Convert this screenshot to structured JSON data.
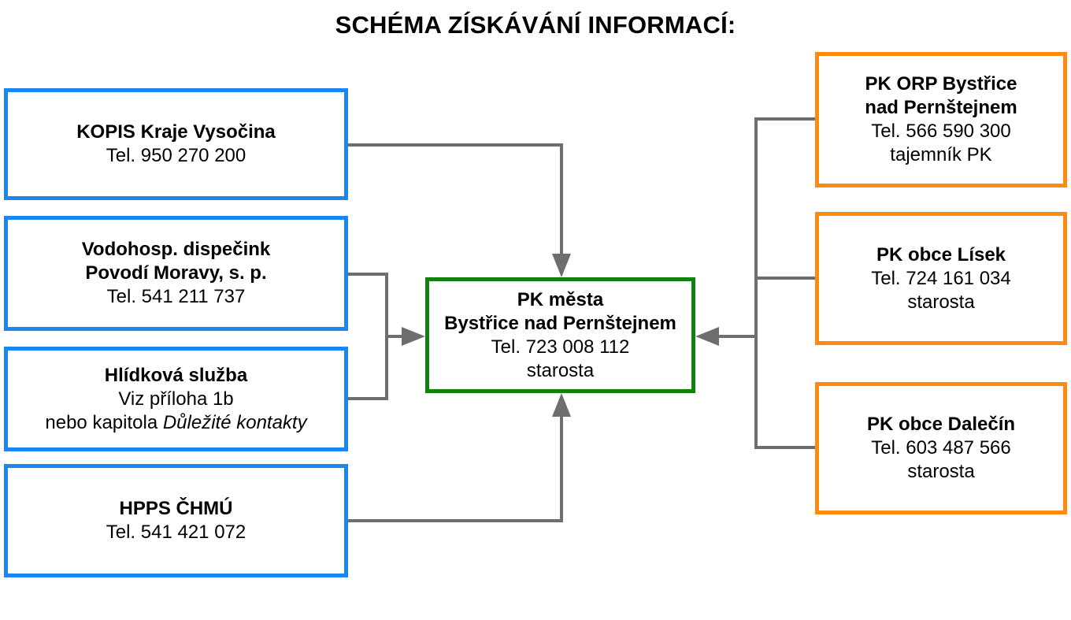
{
  "title": "SCHÉMA ZÍSKÁVÁNÍ INFORMACÍ:",
  "colors": {
    "source_border": "#1a87f0",
    "municipality_border": "#ff8a12",
    "center_border": "#11800f",
    "connector": "#6e6e6e"
  },
  "center": {
    "line1": "PK města",
    "line2": "Bystřice nad Pernštejnem",
    "phone": "Tel. 723 008 112",
    "role": "starosta"
  },
  "left_sources": {
    "kopis": {
      "name": "KOPIS Kraje Vysočina",
      "phone": "Tel. 950 270 200"
    },
    "vodo": {
      "name_line1": "Vodohosp. dispečink",
      "name_line2": "Povodí Moravy, s. p.",
      "phone": "Tel. 541 211 737"
    },
    "hlidka": {
      "name": "Hlídková služba",
      "line2": "Viz příloha 1b",
      "line3_prefix": "nebo kapitola",
      "line3_italic": "Důležité kontakty"
    },
    "hpps": {
      "name": "HPPS ČHMÚ",
      "phone": "Tel. 541 421 072"
    }
  },
  "right_municipalities": {
    "orp": {
      "name_line1": "PK ORP Bystřice",
      "name_line2": "nad Pernštejnem",
      "phone": "Tel. 566 590 300",
      "role": "tajemník PK"
    },
    "lisek": {
      "name": "PK obce Lísek",
      "phone": "Tel. 724 161 034",
      "role": "starosta"
    },
    "dalecin": {
      "name": "PK obce Dalečín",
      "phone": "Tel. 603 487 566",
      "role": "starosta"
    }
  }
}
